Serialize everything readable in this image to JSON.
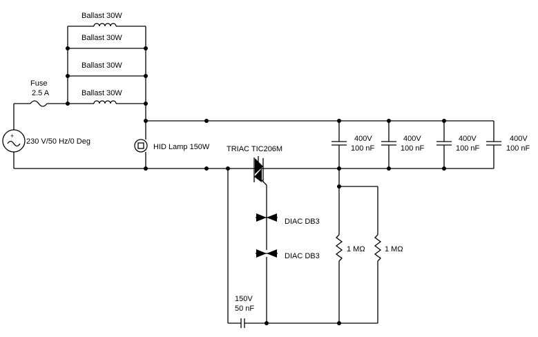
{
  "labels": {
    "ballast": "Ballast 30W",
    "fuse_title": "Fuse",
    "fuse_value": "2.5 A",
    "source": "230 V/50 Hz/0 Deg",
    "lamp": "HID Lamp 150W",
    "triac": "TRIAC TIC206M",
    "cap_voltage": "400V",
    "cap_value": "100 nF",
    "diac": "DIAC DB3",
    "resistor": "1 MΩ",
    "small_cap_voltage": "150V",
    "small_cap_value": "50 nF"
  }
}
